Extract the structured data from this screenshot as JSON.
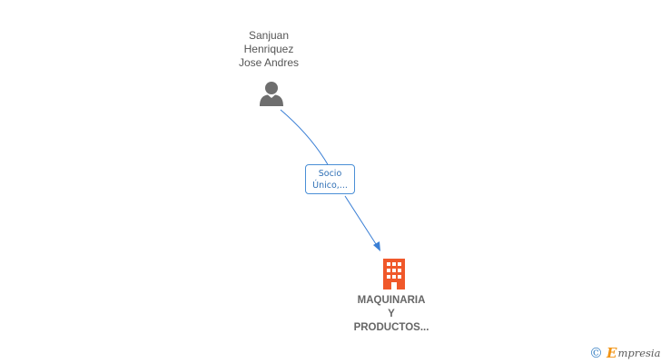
{
  "person": {
    "name_lines": [
      "Sanjuan",
      "Henriquez",
      "Jose Andres"
    ],
    "icon": "person-icon"
  },
  "relation": {
    "label_lines": [
      "Socio",
      "Único,..."
    ]
  },
  "company": {
    "name_lines": [
      "MAQUINARIA",
      "Y",
      "PRODUCTOS..."
    ],
    "icon": "building-icon"
  },
  "footer": {
    "copyright_symbol": "©",
    "brand_first": "E",
    "brand_rest": "mpresia"
  },
  "colors": {
    "edge": "#3a7fd5",
    "company_icon": "#f0582a",
    "person_icon": "#6e6e6e",
    "brand_accent": "#f29312"
  }
}
